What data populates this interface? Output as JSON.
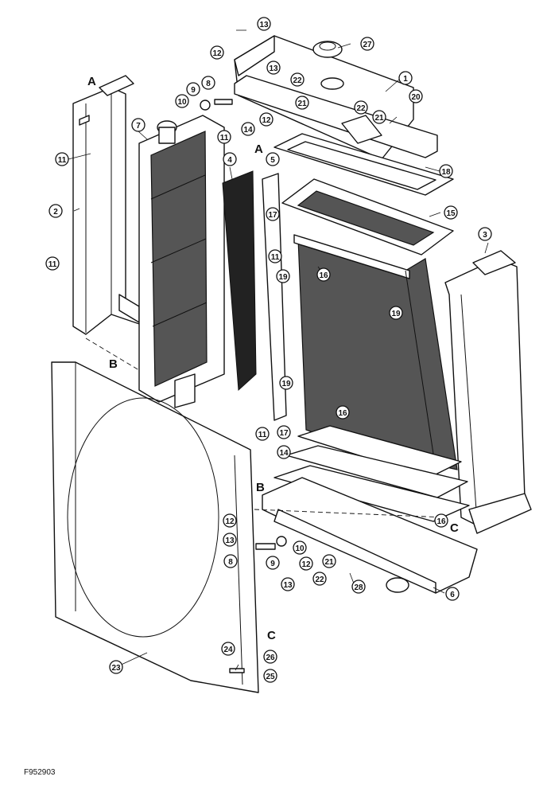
{
  "figure_id": "F952903",
  "section_letters": {
    "a_left": "A",
    "a_right": "A",
    "b_left": "B",
    "b_right": "B",
    "c_right": "C",
    "c_lower": "C"
  },
  "callouts": {
    "c1": "1",
    "c2": "2",
    "c3": "3",
    "c4": "4",
    "c5": "5",
    "c6": "6",
    "c7": "7",
    "c8a": "8",
    "c8b": "8",
    "c9a": "9",
    "c9b": "9",
    "c10a": "10",
    "c10b": "10",
    "c11a": "11",
    "c11b": "11",
    "c11c": "11",
    "c11d": "11",
    "c11e": "11",
    "c12a": "12",
    "c12b": "12",
    "c12c": "12",
    "c12d": "12",
    "c13a": "13",
    "c13b": "13",
    "c13c": "13",
    "c13d": "13",
    "c14a": "14",
    "c14b": "14",
    "c15": "15",
    "c16a": "16",
    "c16b": "16",
    "c16c": "16",
    "c17a": "17",
    "c17b": "17",
    "c18": "18",
    "c19a": "19",
    "c19b": "19",
    "c19c": "19",
    "c20": "20",
    "c21a": "21",
    "c21b": "21",
    "c21c": "21",
    "c22a": "22",
    "c22b": "22",
    "c22c": "22",
    "c23": "23",
    "c24": "24",
    "c25": "25",
    "c26": "26",
    "c27": "27",
    "c28": "28"
  }
}
